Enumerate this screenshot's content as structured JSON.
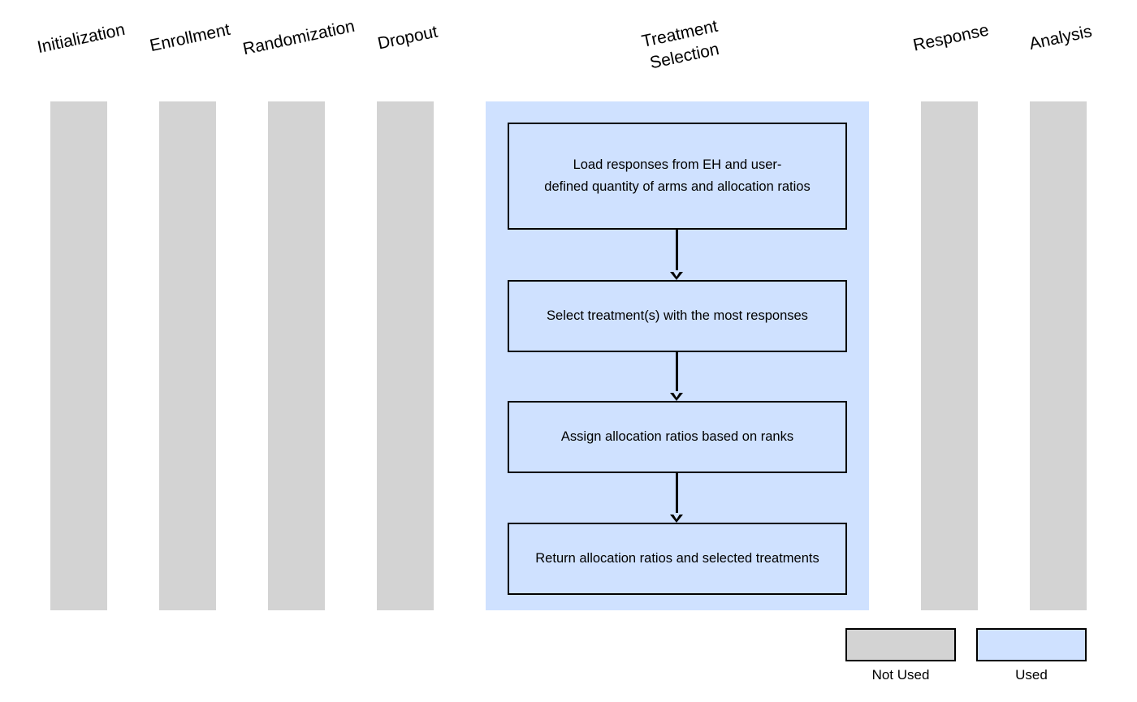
{
  "stages": [
    {
      "label": "Initialization",
      "used": false
    },
    {
      "label": "Enrollment",
      "used": false
    },
    {
      "label": "Randomization",
      "used": false
    },
    {
      "label": "Dropout",
      "used": false
    },
    {
      "label": "Treatment\nSelection",
      "used": true
    },
    {
      "label": "Response",
      "used": false
    },
    {
      "label": "Analysis",
      "used": false
    }
  ],
  "steps": [
    {
      "text": "Load responses from EH and user-\ndefined quantity of arms and allocation ratios"
    },
    {
      "text": "Select treatment(s) with the most responses"
    },
    {
      "text": "Assign allocation ratios based on ranks"
    },
    {
      "text": "Return allocation ratios and selected treatments"
    }
  ],
  "legend": [
    {
      "label": "Not Used",
      "color": "#d3d3d3"
    },
    {
      "label": "Used",
      "color": "#cfe1ff"
    }
  ],
  "colors": {
    "unused": "#d3d3d3",
    "used": "#cfe1ff",
    "border": "#000000"
  }
}
